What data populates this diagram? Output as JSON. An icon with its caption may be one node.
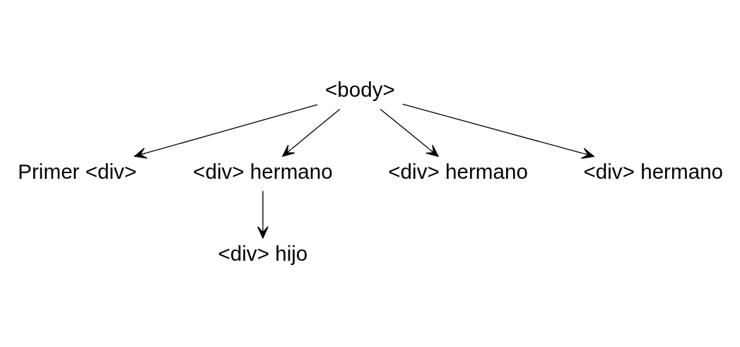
{
  "diagram": {
    "nodes": [
      {
        "text": [
          "<body>"
        ]
      },
      {
        "text": [
          "Primer <div>"
        ]
      },
      {
        "text": [
          "<div> hermano"
        ]
      },
      {
        "text": [
          "<div> hermano"
        ]
      },
      {
        "text": [
          "<div> hermano"
        ]
      },
      {
        "text": [
          "<div> hijo"
        ]
      }
    ],
    "edges": [
      {
        "from": 0,
        "to": 1,
        "arrow": "to"
      },
      {
        "from": 0,
        "to": 2,
        "arrow": "to"
      },
      {
        "from": 0,
        "to": 3,
        "arrow": "to"
      },
      {
        "from": 0,
        "to": 4,
        "arrow": "to"
      },
      {
        "from": 2,
        "to": 5,
        "arrow": "to"
      }
    ]
  }
}
